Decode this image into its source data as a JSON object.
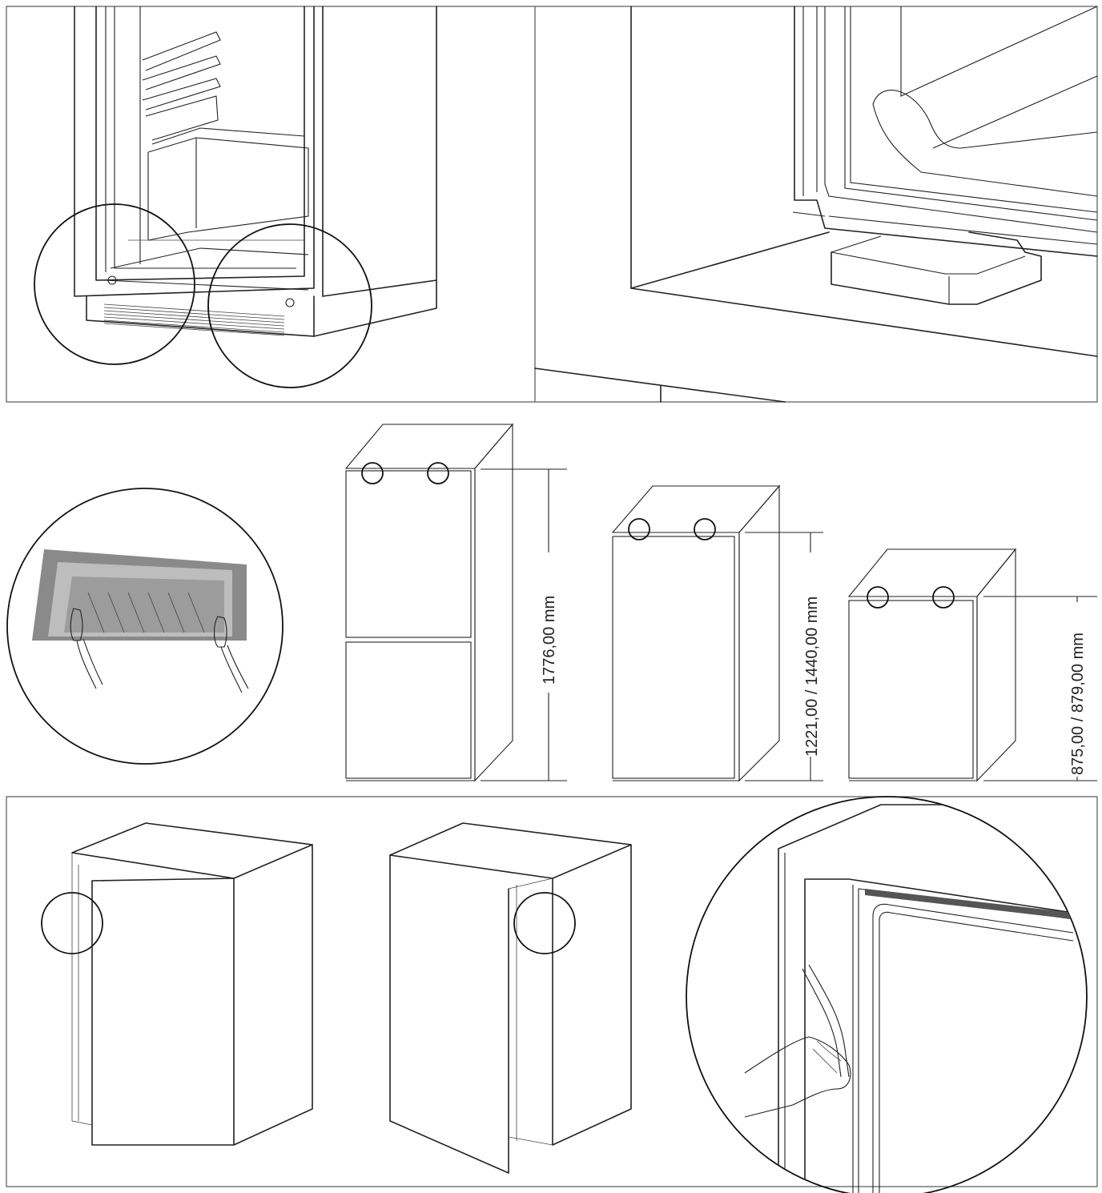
{
  "dimensions": {
    "fridge_tall": "1776,00 mm",
    "fridge_medium": "1221,00 / 1440,00 mm",
    "fridge_small": "875,00 / 879,00 mm"
  },
  "colors": {
    "line": "#222222",
    "frame": "#555555",
    "panel_light": "#f2f2f2",
    "panel_dark": "#a9a9a9"
  },
  "icons": {
    "hands_grip": "hand-grip-icon",
    "hand_pull_strip": "hand-pull-icon"
  }
}
